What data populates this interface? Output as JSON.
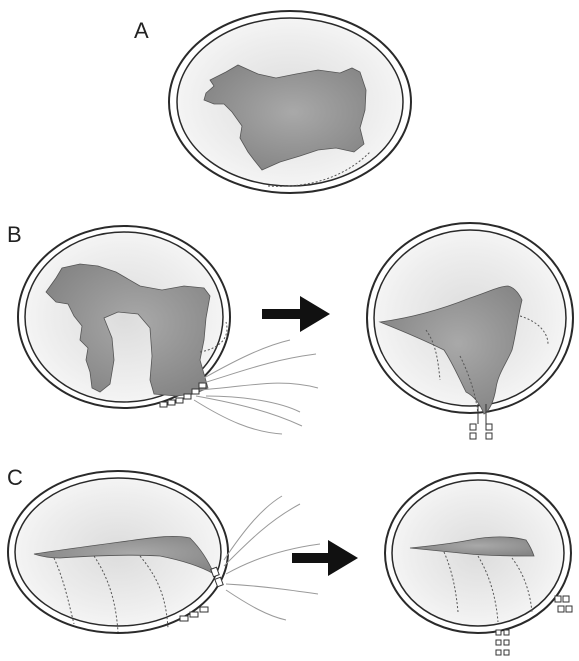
{
  "panels": [
    {
      "id": "A",
      "label": "A"
    },
    {
      "id": "B",
      "label": "B"
    },
    {
      "id": "C",
      "label": "C"
    }
  ],
  "colors": {
    "outline": "#2a2a2a",
    "vesicle_fill": "#f1f1f1",
    "vesicle_inner": "#e4e4e4",
    "mass_fill": "#8f8f8f",
    "dotted": "#555555",
    "fiber": "#9a9a9a",
    "arrow": "#111111",
    "background": "#ffffff"
  },
  "icons": {
    "arrow_b": "right-arrow-icon",
    "arrow_c": "right-arrow-icon"
  }
}
